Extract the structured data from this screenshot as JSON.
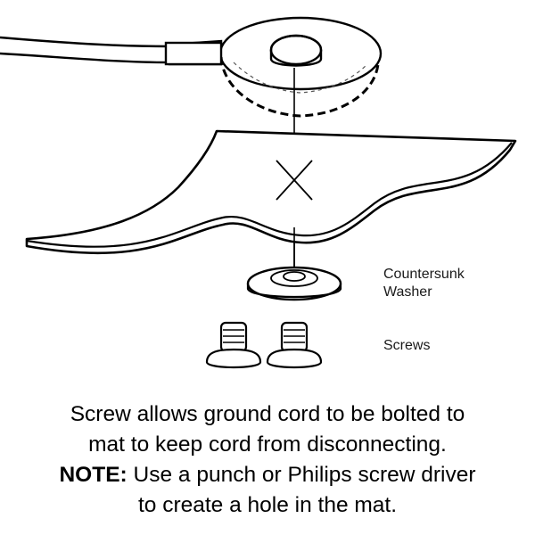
{
  "labels": {
    "washer_line1": "Countersunk",
    "washer_line2": "Washer",
    "screws": "Screws"
  },
  "caption": {
    "line1": "Screw allows ground cord to be bolted to",
    "line2": "mat to keep cord from disconnecting.",
    "note_label": "NOTE:",
    "note_text": " Use a punch or Philips screw driver",
    "line4": "to create a hole in the mat."
  }
}
